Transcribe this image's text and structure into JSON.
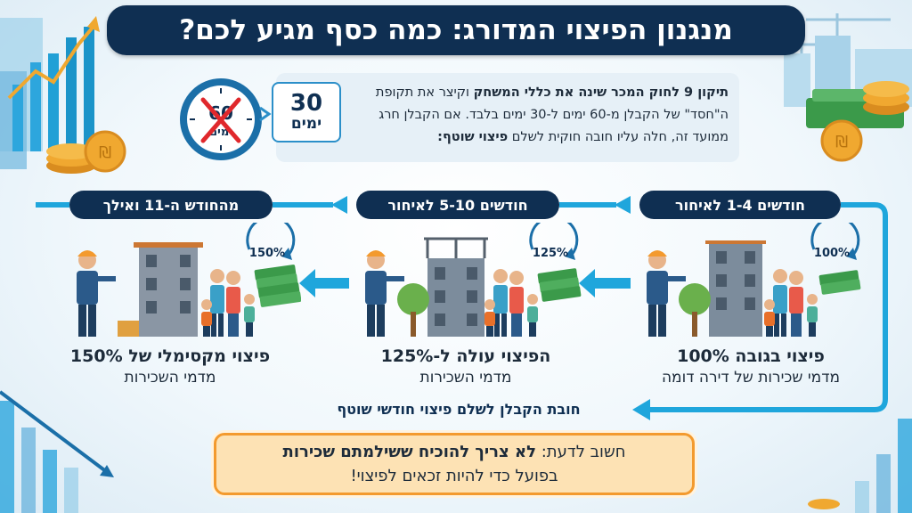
{
  "title": "מנגנון הפיצוי המדורג: כמה כסף מגיע לכם?",
  "intro": {
    "bold_lead": "תיקון 9 לחוק המכר שינה את כללי המשחק",
    "text_1": " וקיצר את תקופת ה\"חסד\" של הקבלן מ-60 ימים ל-30 ימים בלבד. אם הקבלן חרג ממועד זה, חלה עליו חובה חוקית לשלם ",
    "bold_tail": "פיצוי שוטף:",
    "old_days_number": "60",
    "old_days_unit": "ימים",
    "new_days_number": "30",
    "new_days_unit": "ימים"
  },
  "stages": [
    {
      "header": "חודשים 1-4 לאיחור",
      "badge": "100%",
      "caption_bold": "פיצוי בגובה 100%",
      "caption": "מדמי שכירות של דירה דומה"
    },
    {
      "header": "חודשים 5-10 לאיחור",
      "badge": "125%",
      "caption_bold": "הפיצוי עולה ל-125%",
      "caption": "מדמי השכירות"
    },
    {
      "header": "מהחודש ה-11 ואילך",
      "badge": "150%",
      "caption_bold": "פיצוי מקסימלי של 150%",
      "caption": "מדמי השכירות"
    }
  ],
  "obligation": "חובת הקבלן לשלם פיצוי חודשי שוטף",
  "note": {
    "prefix": "חשוב לדעת: ",
    "bold": "לא צריך להוכיח ששילמתם שכירות",
    "line2": "בפועל כדי להיות זכאים לפיצוי!"
  },
  "colors": {
    "navy": "#0f2f52",
    "accent_blue": "#2b8fc9",
    "arrow_cyan": "#1fa6dc",
    "note_orange": "#f39a2e",
    "red_cross": "#e0282c",
    "money_green": "#3b9a4a",
    "coin_gold": "#f0a830"
  },
  "icons": [
    "clock-icon",
    "coins-icon",
    "money-stack-icon",
    "worker-icon",
    "building-icon",
    "family-icon",
    "tree-icon",
    "growth-chart-icon",
    "crane-icon"
  ]
}
